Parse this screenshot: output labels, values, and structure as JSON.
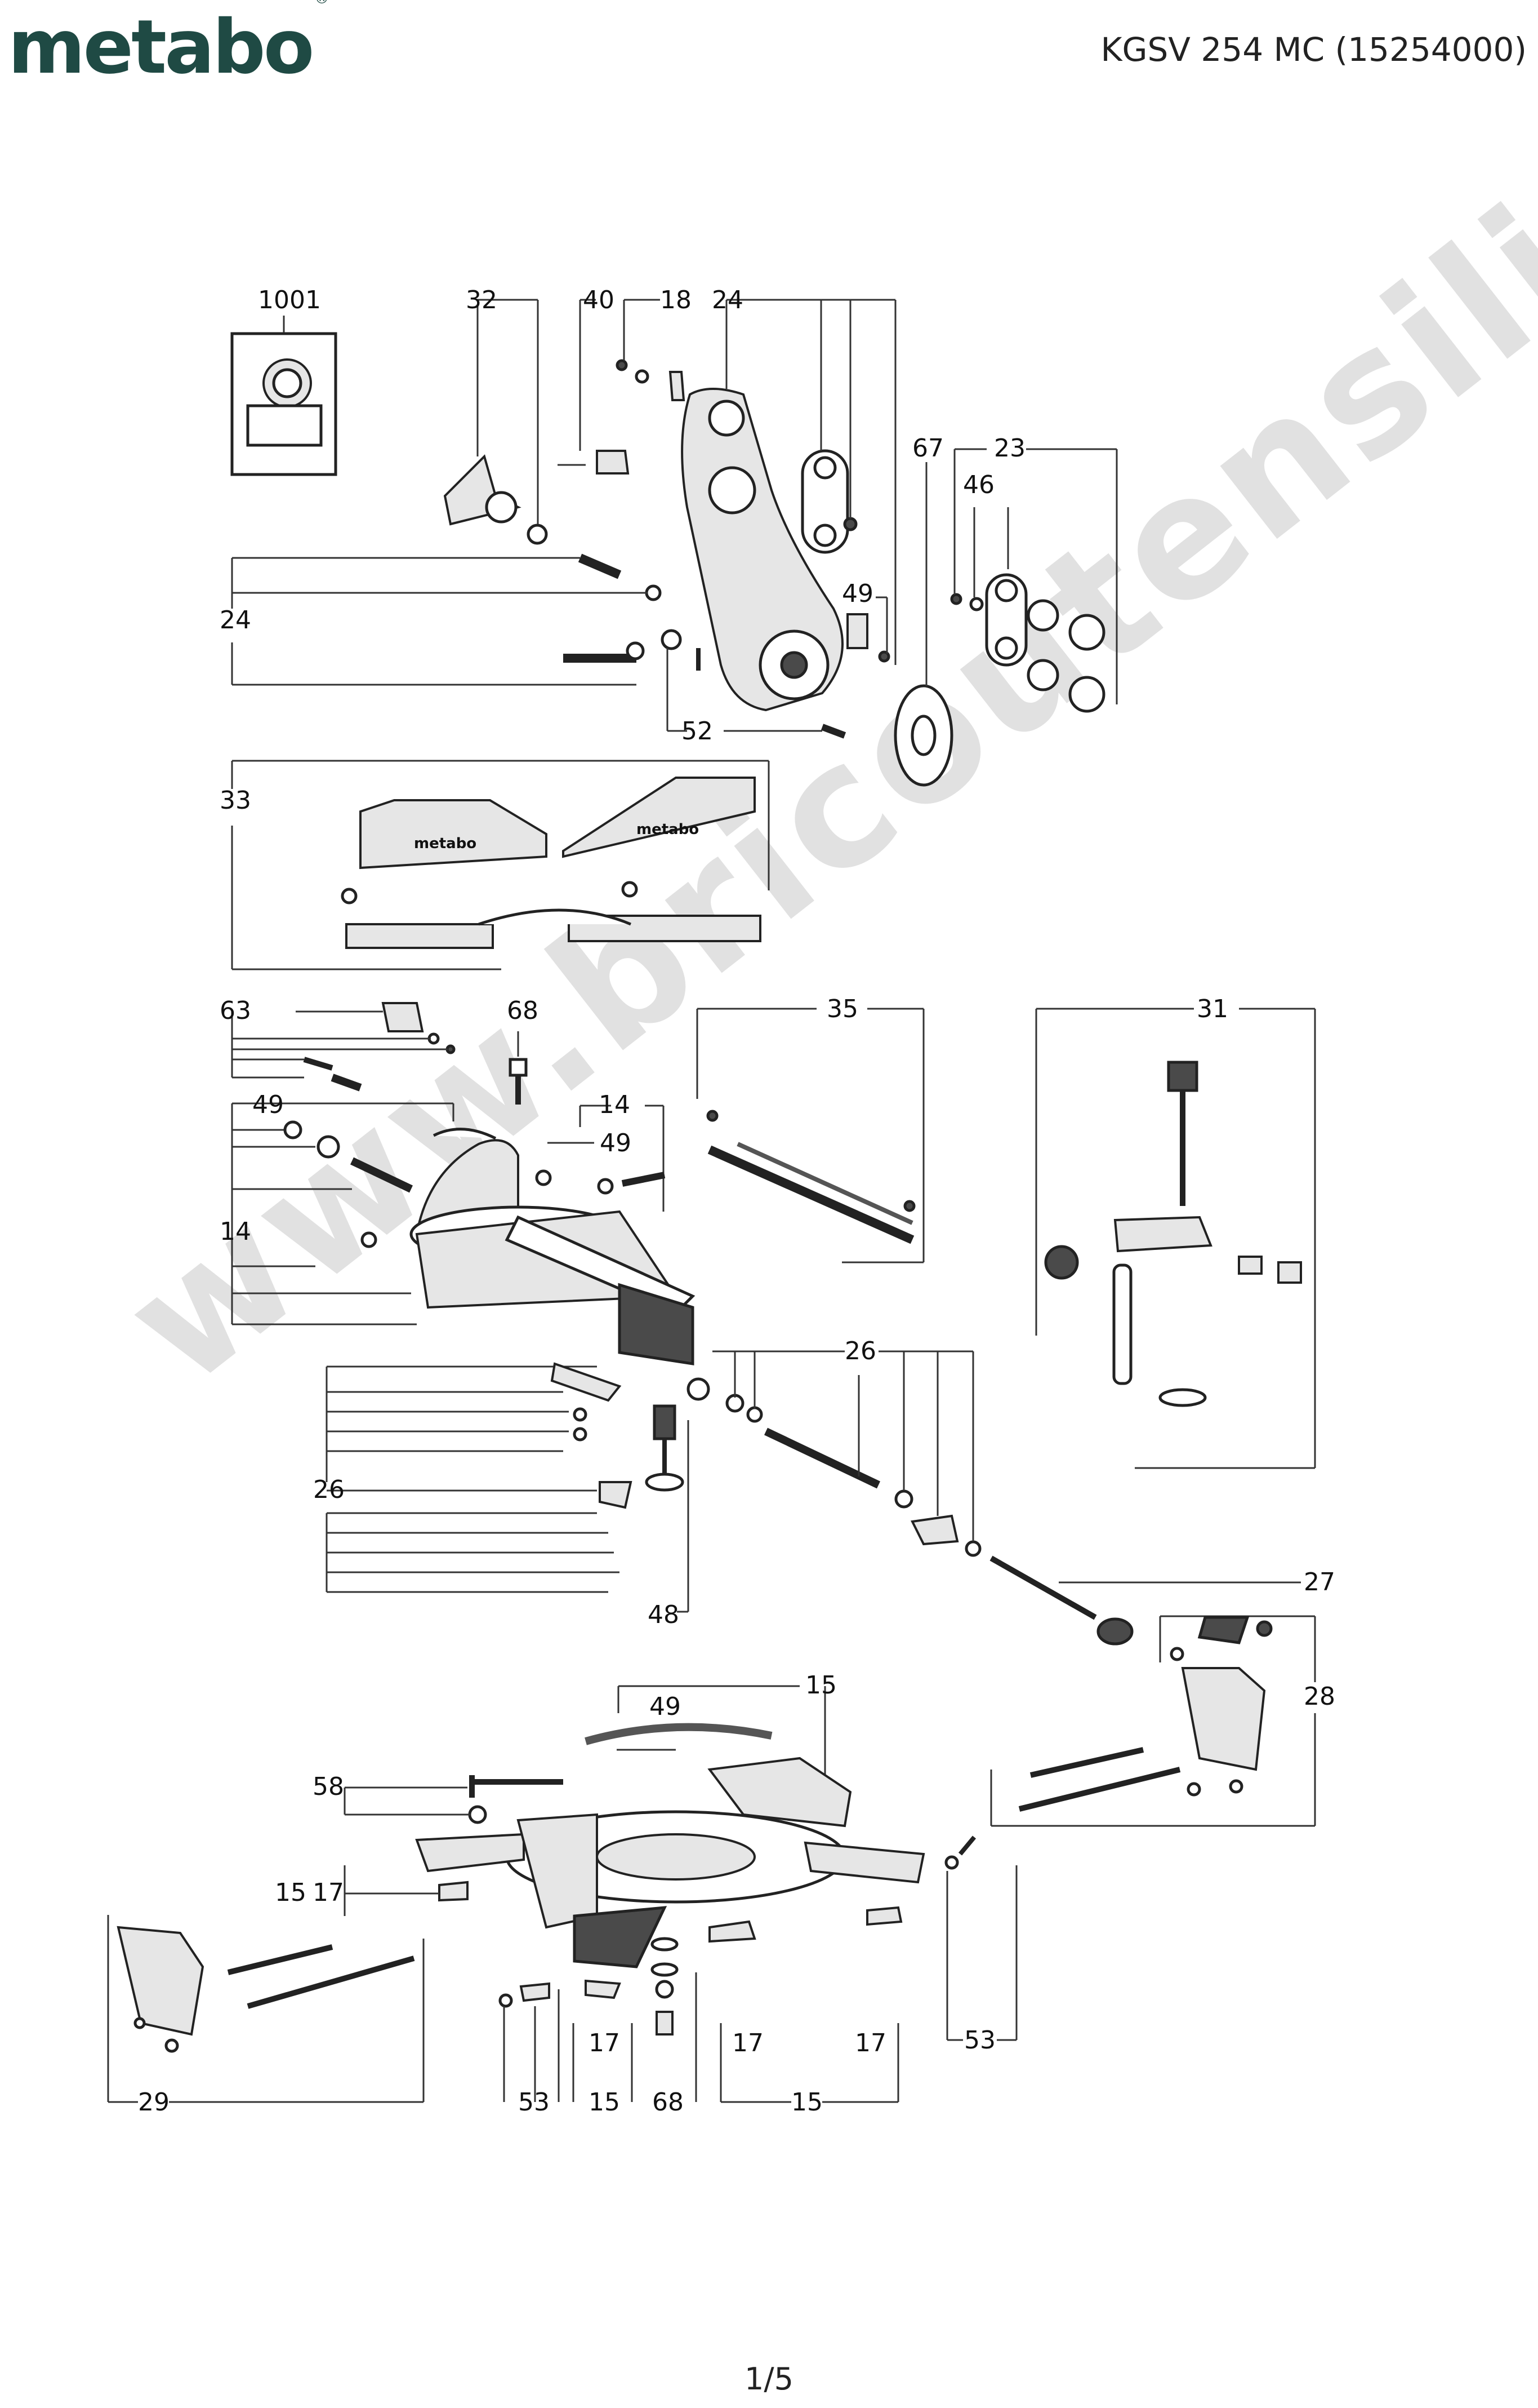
{
  "header": {
    "brand": "metabo",
    "brand_mark": "®",
    "model": "KGSV 254 MC (15254000)"
  },
  "watermark": "www.bricoutensili.com",
  "footer": {
    "page": "1/5"
  },
  "callouts": {
    "c1001": "1001",
    "c32": "32",
    "c40": "40",
    "c18": "18",
    "c24a": "24",
    "c67": "67",
    "c23": "23",
    "c46": "46",
    "c49a": "49",
    "c24b": "24",
    "c52": "52",
    "c33": "33",
    "c63": "63",
    "c68a": "68",
    "c35": "35",
    "c31": "31",
    "c14a": "14",
    "c49b": "49",
    "c49c": "49",
    "c14b": "14",
    "c26a": "26",
    "c26b": "26",
    "c48": "48",
    "c27": "27",
    "c28": "28",
    "c15a": "15",
    "c49d": "49",
    "c58": "58",
    "c15b": "15",
    "c17a": "17",
    "c29": "29",
    "c53a": "53",
    "c17b": "17",
    "c15c": "15",
    "c68b": "68",
    "c17c": "17",
    "c15d": "15",
    "c17d": "17",
    "c53b": "53"
  },
  "part_labels": {
    "fence_left": "metabo",
    "fence_right": "metabo"
  }
}
